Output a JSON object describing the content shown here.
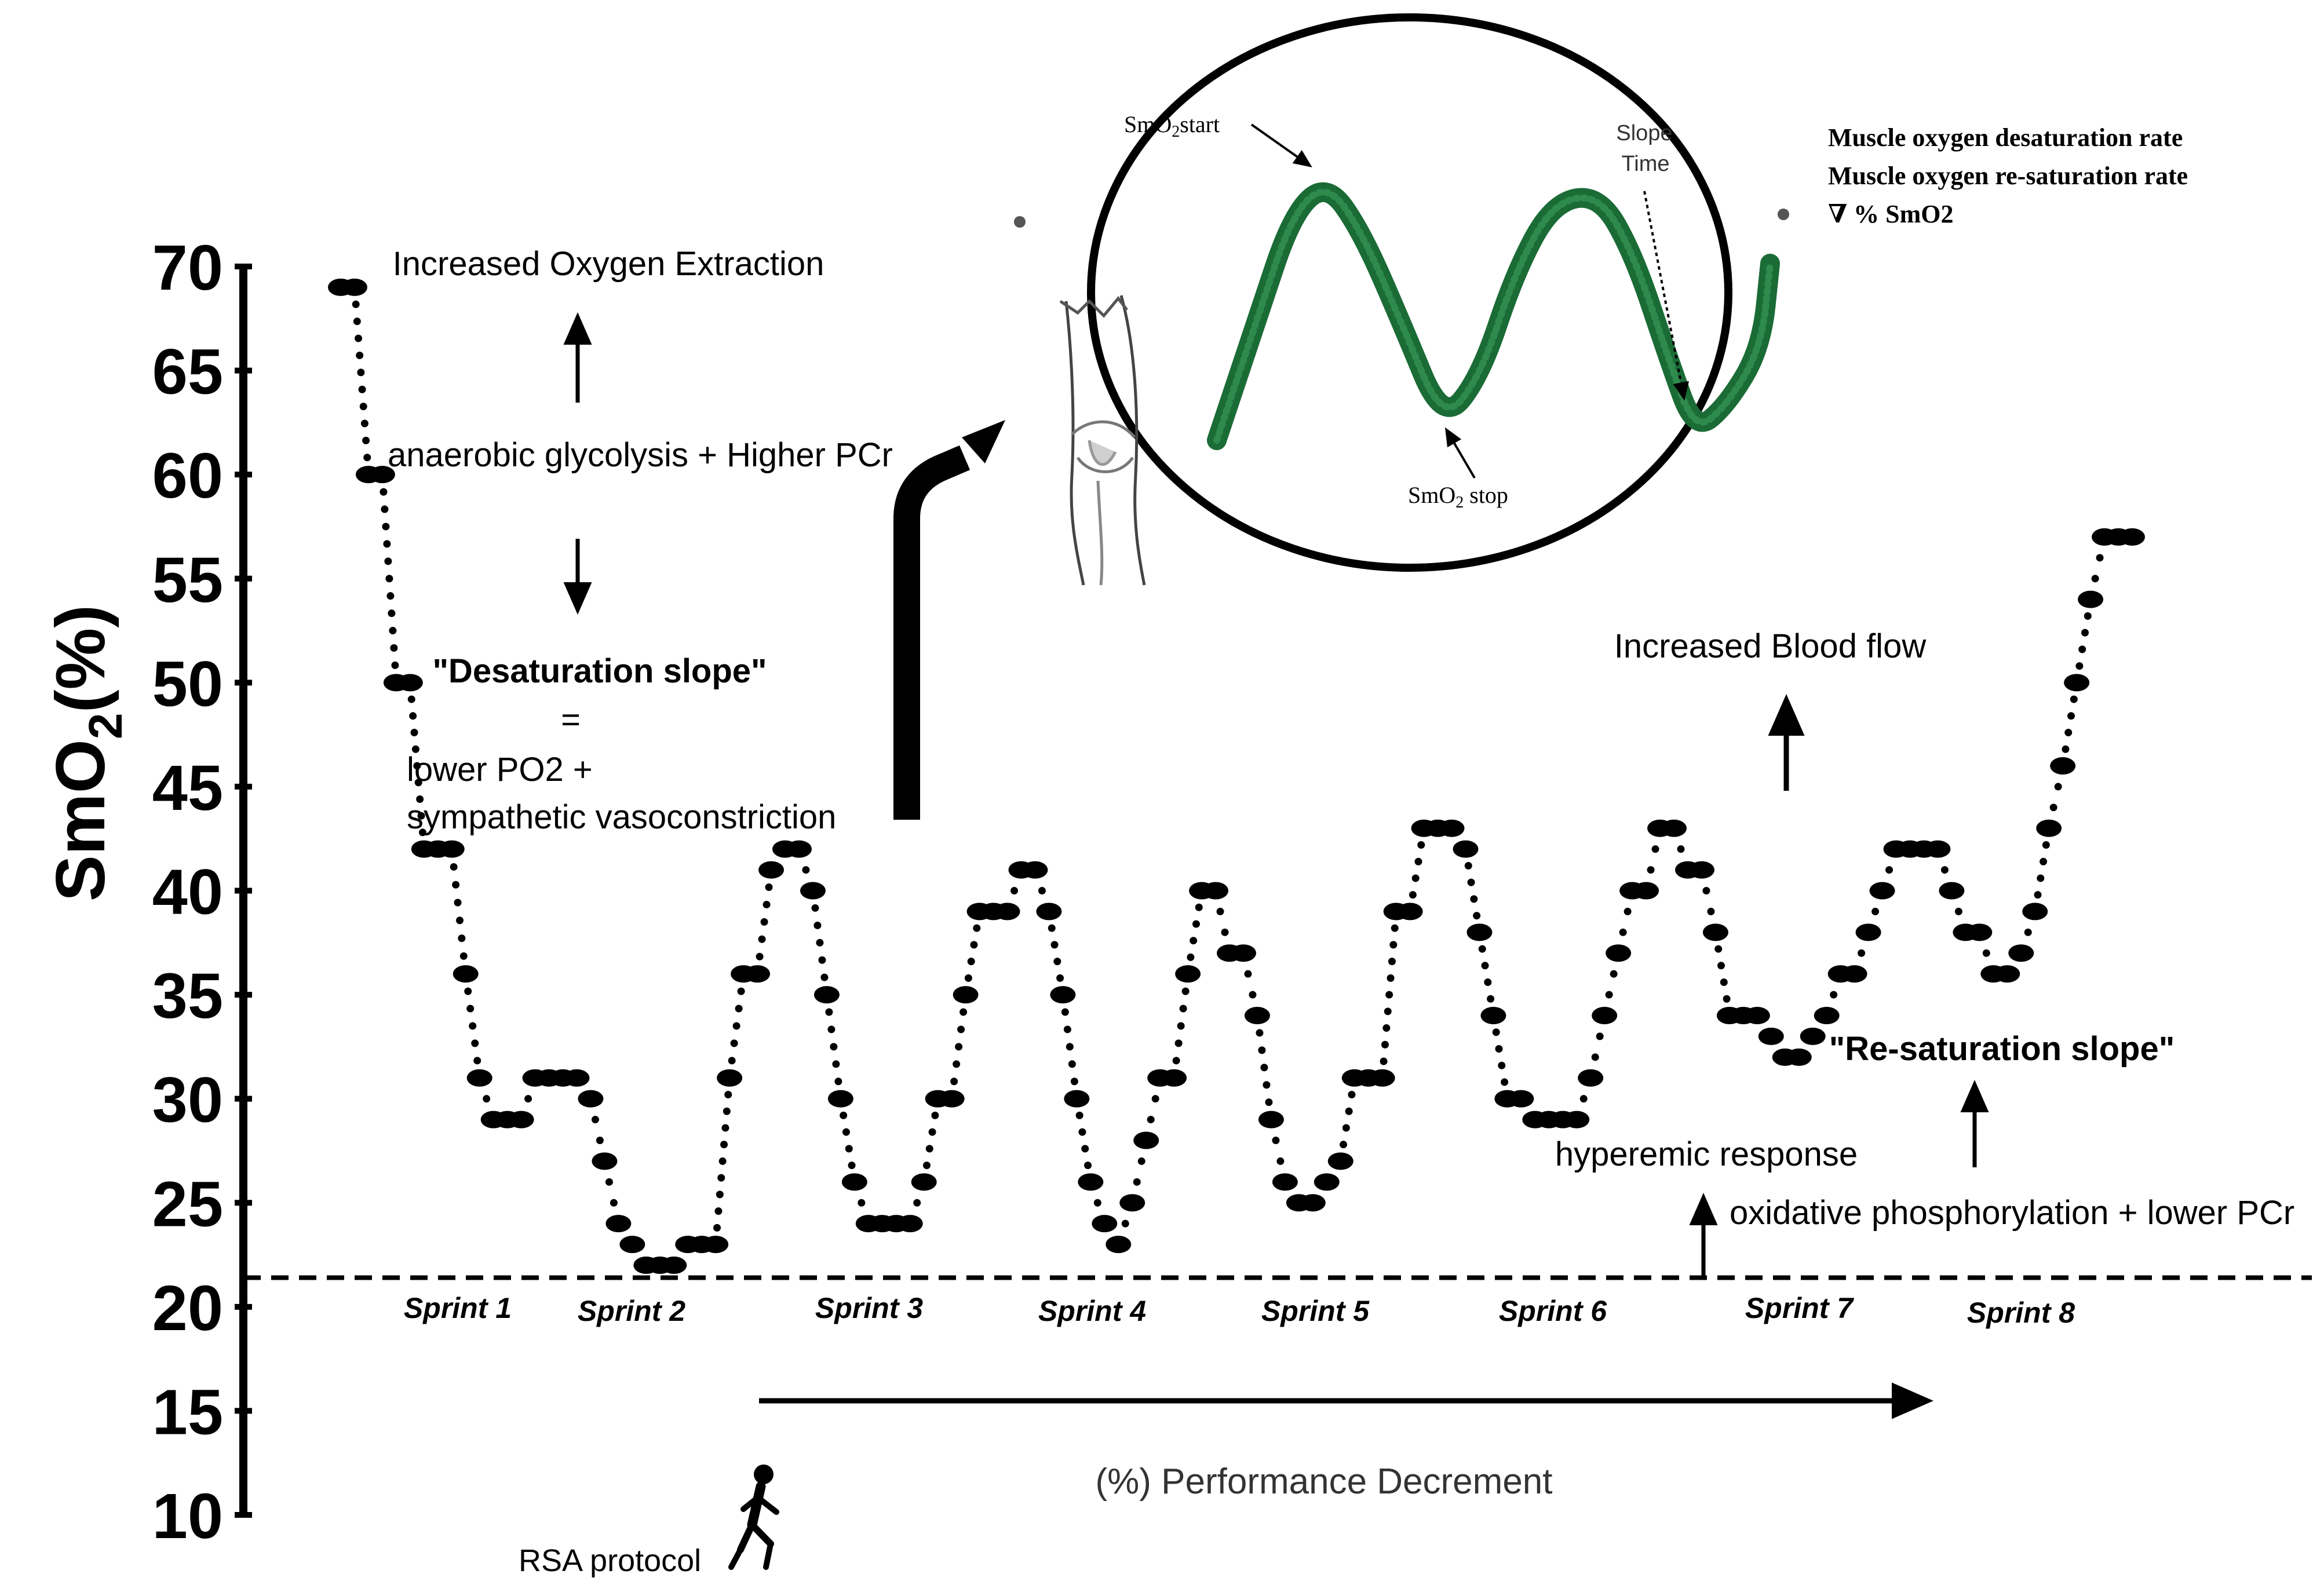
{
  "y_axis": {
    "label_main": "SmO",
    "label_sub": "2",
    "label_unit": "(%)",
    "ticks": [
      "70",
      "65",
      "60",
      "55",
      "50",
      "45",
      "40",
      "35",
      "30",
      "25",
      "20",
      "15",
      "10"
    ]
  },
  "annotations": {
    "increased_o2": "Increased Oxygen Extraction",
    "anaerobic": "anaerobic glycolysis + Higher PCr",
    "desat_slope": "\"Desaturation slope\"",
    "equals": "=",
    "lower_po2": "lower PO2 +",
    "sympathetic": "sympathetic vasoconstriction",
    "blood_flow": "Increased Blood flow",
    "resat_slope": "\"Re-saturation slope\"",
    "hyperemic": "hyperemic response",
    "oxidative": "oxidative phosphorylation + lower PCr",
    "performance": "(%) Performance Decrement",
    "rsa": "RSA protocol"
  },
  "sprints": [
    "Sprint 1",
    "Sprint 2",
    "Sprint 3",
    "Sprint 4",
    "Sprint 5",
    "Sprint 6",
    "Sprint 7",
    "Sprint 8"
  ],
  "inset": {
    "smo2start_main": "SmO",
    "smo2start_sub": "2",
    "smo2start_end": "start",
    "smo2stop_main": "SmO",
    "smo2stop_sub": "2",
    "smo2stop_end": " stop",
    "slope": "Slope",
    "time": "Time"
  },
  "legend": {
    "line1": "Muscle oxygen desaturation rate",
    "line2": "Muscle oxygen re-saturation rate",
    "line3": "∇ % SmO2"
  },
  "chart_data": {
    "type": "scatter",
    "ylabel": "SmO2(%)",
    "ylim": [
      10,
      70
    ],
    "threshold": 21.4,
    "series": [
      {
        "values": [
          69,
          69,
          60,
          60,
          50,
          50,
          42,
          42,
          42,
          36,
          31,
          29,
          29,
          29,
          31,
          31,
          31,
          31,
          30,
          27,
          24,
          23,
          22,
          22,
          22,
          23,
          23,
          23,
          31,
          36,
          36,
          41,
          42,
          42,
          40,
          35,
          30,
          26,
          24,
          24,
          24,
          24,
          26,
          30,
          30,
          35,
          39,
          39,
          39,
          41,
          41,
          39,
          35,
          30,
          26,
          24,
          23,
          25,
          28,
          31,
          31,
          36,
          40,
          40,
          37,
          37,
          34,
          29,
          26,
          25,
          25,
          26,
          27,
          31,
          31,
          31,
          39,
          39,
          43,
          43,
          43,
          42,
          38,
          34,
          30,
          30,
          29,
          29,
          29,
          29,
          31,
          34,
          37,
          40,
          40,
          43,
          43,
          41,
          41,
          38,
          34,
          34,
          34,
          33,
          32,
          32,
          33,
          34,
          36,
          36,
          38,
          40,
          42,
          42,
          42,
          42,
          40,
          38,
          38,
          36,
          36,
          37,
          39,
          43,
          46,
          50,
          54,
          57,
          57,
          57
        ]
      }
    ]
  }
}
